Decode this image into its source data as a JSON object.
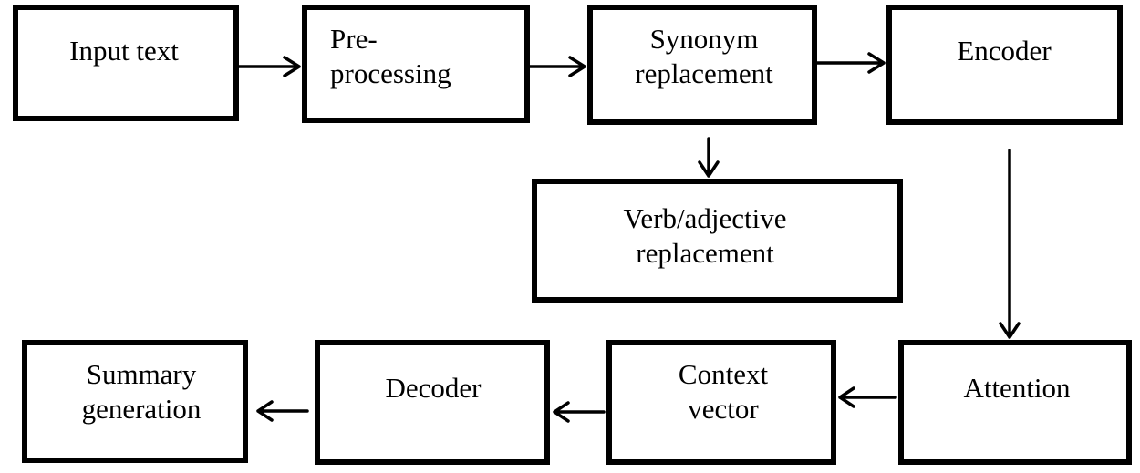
{
  "nodes": {
    "input_text": {
      "lines": [
        "Input text"
      ]
    },
    "preprocessing": {
      "lines": [
        "Pre-",
        "processing"
      ]
    },
    "synonym_replacement": {
      "lines": [
        "Synonym",
        "replacement"
      ]
    },
    "encoder": {
      "lines": [
        "Encoder"
      ]
    },
    "verb_adjective_replacement": {
      "lines": [
        "Verb/adjective",
        "replacement"
      ]
    },
    "attention": {
      "lines": [
        "Attention"
      ]
    },
    "context_vector": {
      "lines": [
        "Context",
        "vector"
      ]
    },
    "decoder": {
      "lines": [
        "Decoder"
      ]
    },
    "summary_generation": {
      "lines": [
        "Summary",
        "generation"
      ]
    }
  },
  "edges": [
    {
      "from": "input_text",
      "to": "preprocessing"
    },
    {
      "from": "preprocessing",
      "to": "synonym_replacement"
    },
    {
      "from": "synonym_replacement",
      "to": "encoder"
    },
    {
      "from": "synonym_replacement",
      "to": "verb_adjective_replacement"
    },
    {
      "from": "encoder",
      "to": "attention"
    },
    {
      "from": "attention",
      "to": "context_vector"
    },
    {
      "from": "context_vector",
      "to": "decoder"
    },
    {
      "from": "decoder",
      "to": "summary_generation"
    }
  ]
}
